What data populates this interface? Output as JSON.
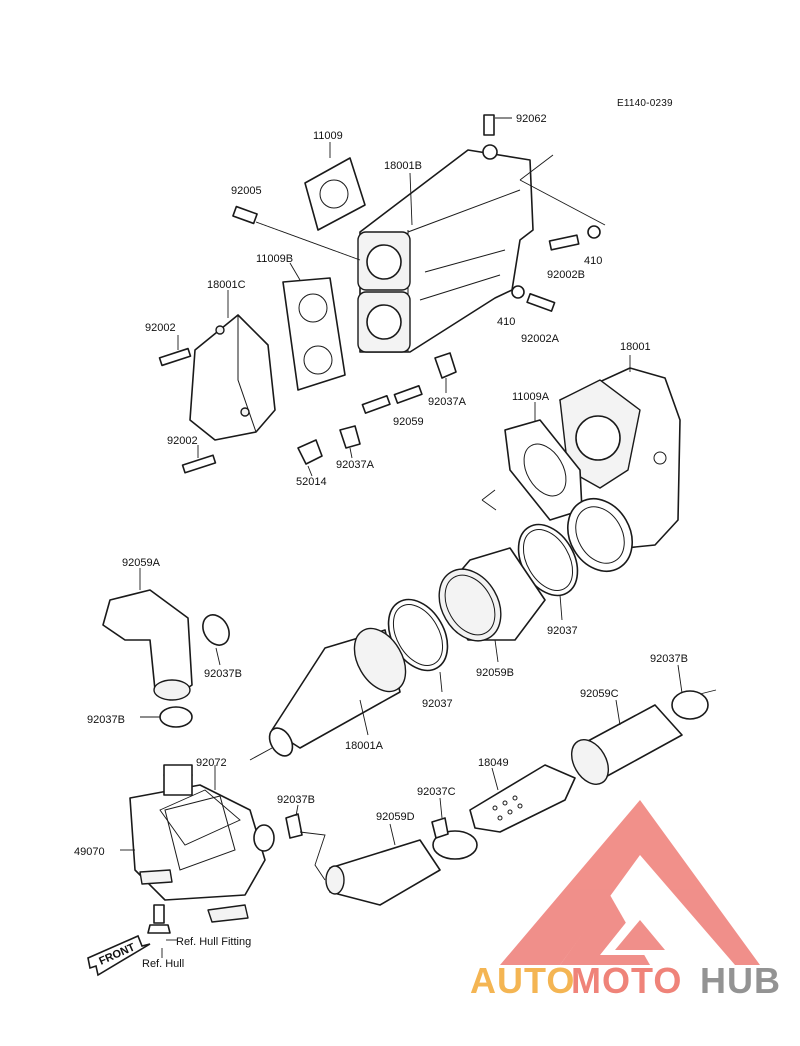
{
  "diagram_code": "E1140-0239",
  "labels": {
    "p92062": "92062",
    "p11009": "11009",
    "p18001B": "18001B",
    "p92005": "92005",
    "p11009B": "11009B",
    "p18001C": "18001C",
    "p92002a": "92002",
    "p92002b": "92002",
    "p52014": "52014",
    "p92002B": "92002B",
    "p410a": "410",
    "p410b": "410",
    "p92002A": "92002A",
    "p92037A1": "92037A",
    "p92037A2": "92037A",
    "p92059": "92059",
    "p11009A": "11009A",
    "p18001": "18001",
    "p92059A": "92059A",
    "p92037B1": "92037B",
    "p92037B2": "92037B",
    "p92037B3": "92037B",
    "p92037B4": "92037B",
    "p92037a": "92037",
    "p92037b": "92037",
    "p92059B": "92059B",
    "p18001A": "18001A",
    "p92059C": "92059C",
    "p92072": "92072",
    "p49070": "49070",
    "p18049": "18049",
    "p92037C": "92037C",
    "p92059D": "92059D",
    "ref_hull_fitting": "Ref. Hull Fitting",
    "ref_hull": "Ref. Hull",
    "front": "FRONT"
  },
  "watermark": {
    "part1": "AUTO",
    "part2": "MOTO",
    "part3": "HUB",
    "colors": {
      "auto": "#f4b24a",
      "moto": "#ef7d72",
      "hub": "#8e8e8e",
      "triangle": "#f08a84"
    }
  }
}
